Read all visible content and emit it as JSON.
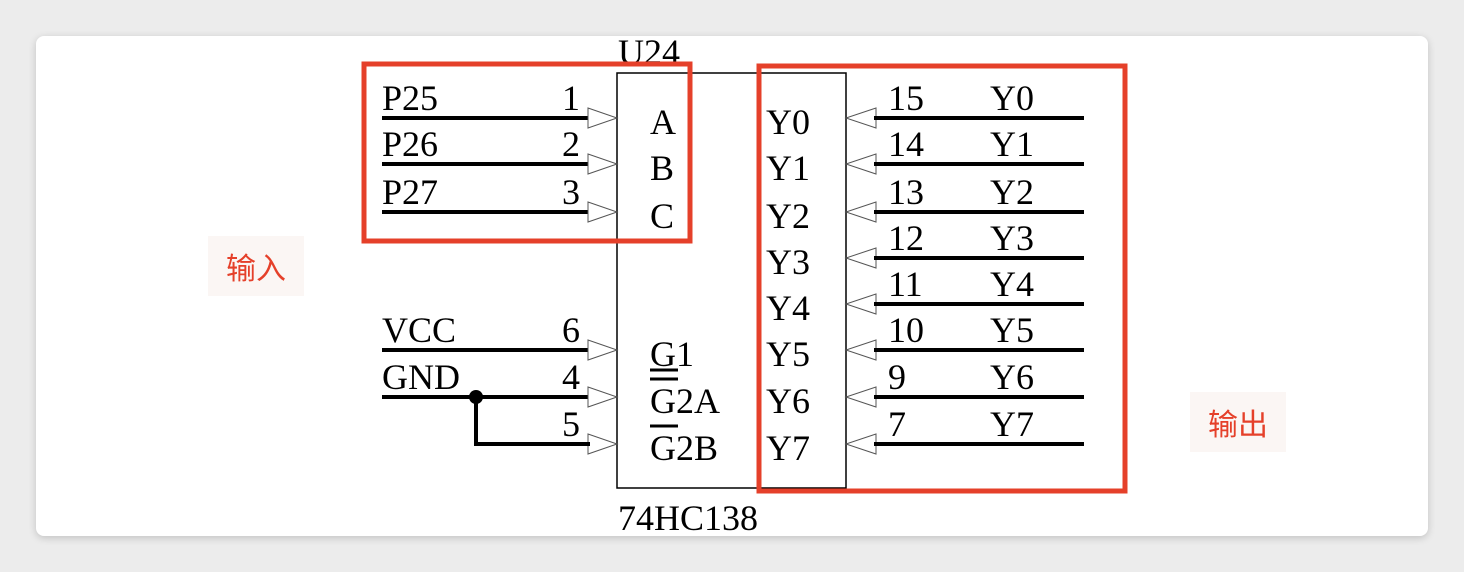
{
  "chip": {
    "designator": "U24",
    "part": "74HC138",
    "left_pins": [
      {
        "net": "P25",
        "num": "1",
        "name": "A"
      },
      {
        "net": "P26",
        "num": "2",
        "name": "B"
      },
      {
        "net": "P27",
        "num": "3",
        "name": "C"
      },
      {
        "net": "VCC",
        "num": "6",
        "name": "G1"
      },
      {
        "net": "GND",
        "num": "4",
        "name": "G2A"
      },
      {
        "net": "",
        "num": "5",
        "name": "G2B"
      }
    ],
    "right_pins": [
      {
        "name": "Y0",
        "num": "15",
        "net": "Y0"
      },
      {
        "name": "Y1",
        "num": "14",
        "net": "Y1"
      },
      {
        "name": "Y2",
        "num": "13",
        "net": "Y2"
      },
      {
        "name": "Y3",
        "num": "12",
        "net": "Y3"
      },
      {
        "name": "Y4",
        "num": "11",
        "net": "Y4"
      },
      {
        "name": "Y5",
        "num": "10",
        "net": "Y5"
      },
      {
        "name": "Y6",
        "num": "9",
        "net": "Y6"
      },
      {
        "name": "Y7",
        "num": "7",
        "net": "Y7"
      }
    ]
  },
  "annotations": {
    "input_label": "输入",
    "output_label": "输出",
    "highlight_color": "#e5402a"
  }
}
